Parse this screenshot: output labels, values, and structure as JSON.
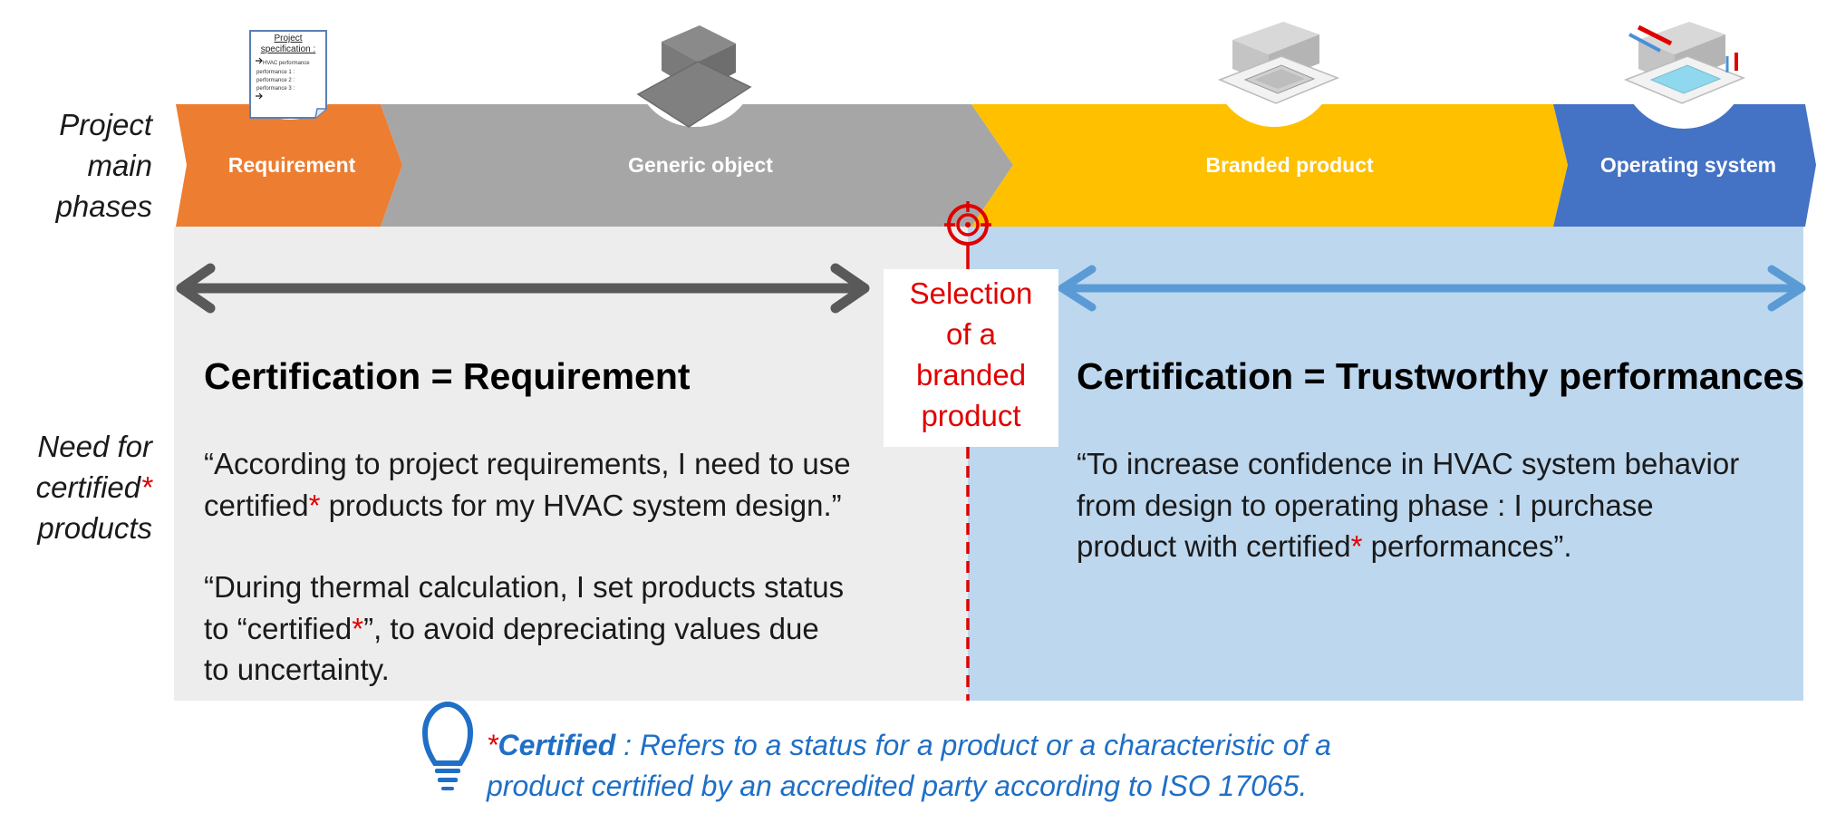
{
  "phases": [
    {
      "label": "Requirement",
      "color": "#ED7D31"
    },
    {
      "label": "Generic object",
      "color": "#A6A6A6"
    },
    {
      "label": "Branded product",
      "color": "#FFC000"
    },
    {
      "label": "Operating system",
      "color": "#4472C4"
    }
  ],
  "side_labels": {
    "phases": [
      "Project",
      "main",
      "phases"
    ],
    "need": [
      "Need for",
      "certified",
      "*",
      "products"
    ]
  },
  "spec_doc": {
    "title": "Project specification :",
    "lines": [
      "HVAC performance",
      "performance 1 :",
      "performance 2 :",
      "performance 3 :"
    ]
  },
  "selection": {
    "lines": [
      "Selection",
      "of a",
      "branded",
      "product"
    ]
  },
  "left": {
    "heading": "Certification = Requirement",
    "p1_a": "“According to project requirements, I need to use",
    "p1_b": "certified",
    "p1_star": "*",
    "p1_c": " products for my HVAC system design.”",
    "p2_a": "“During thermal calculation, I set products status",
    "p2_b": "to “certified",
    "p2_star": "*",
    "p2_c": "”, to avoid depreciating values due",
    "p2_d": "to uncertainty."
  },
  "right": {
    "heading": "Certification = Trustworthy performances",
    "p1_a": "“To increase confidence in HVAC system behavior",
    "p1_b": "from design to operating phase : I purchase",
    "p1_c": "product with certified",
    "p1_star": "*",
    "p1_d": " performances”."
  },
  "footnote": {
    "star": "*",
    "term": "Certified",
    "line1": " : Refers to a status for a product or a characteristic of a",
    "line2": "product certified by an accredited  party according to ISO 17065."
  },
  "colors": {
    "left_panel": "#EDEDED",
    "right_panel": "#BDD7EE",
    "left_arrow": "#595959",
    "right_arrow": "#5B9BD5",
    "accent_red": "#E00000",
    "footnote_blue": "#1F6FC6"
  },
  "icons": [
    "project-spec-document-icon",
    "generic-box-icon",
    "cassette-unit-icon",
    "cassette-unit-airflow-icon",
    "target-icon",
    "lightbulb-icon"
  ]
}
